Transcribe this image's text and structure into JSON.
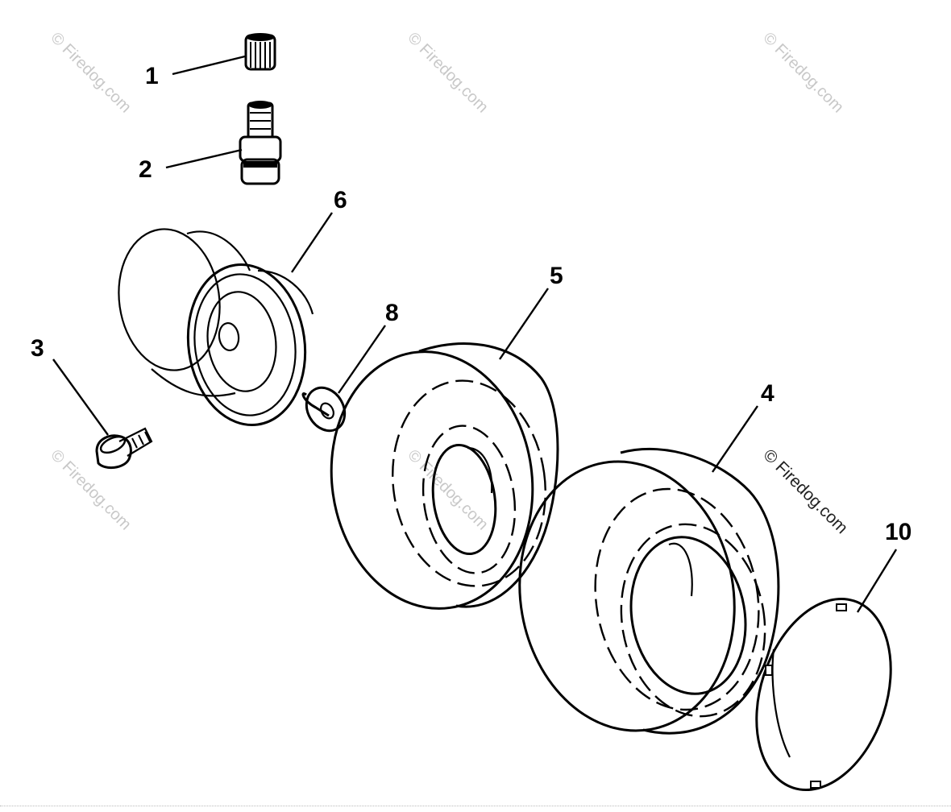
{
  "diagram": {
    "callouts": {
      "c1": "1",
      "c2": "2",
      "c3": "3",
      "c4": "4",
      "c5": "5",
      "c6": "6",
      "c8": "8",
      "c10": "10"
    },
    "watermark": "© Firedog.com",
    "colors": {
      "line": "#000000",
      "watermark": "#c8c8c8",
      "background": "#ffffff"
    }
  }
}
